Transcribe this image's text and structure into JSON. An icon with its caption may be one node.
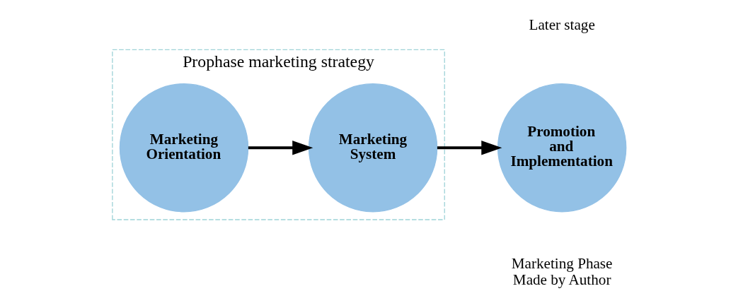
{
  "diagram": {
    "nodes": [
      {
        "text": [
          "Prophase marketing strategy"
        ]
      },
      {
        "text": [
          "Marketing Orientation"
        ],
        "in": 0
      },
      {
        "text": [
          "Marketing System"
        ],
        "in": 0
      },
      {
        "text": [
          "Promotion and Implementation"
        ],
        "beside": [
          "Later stage"
        ]
      }
    ],
    "edges": [
      {
        "from": 1,
        "to": 2,
        "arrow": "to"
      },
      {
        "from": 2,
        "to": 3,
        "arrow": "to"
      }
    ],
    "labels": [
      "Marketing Phase",
      "Made by Author"
    ]
  }
}
